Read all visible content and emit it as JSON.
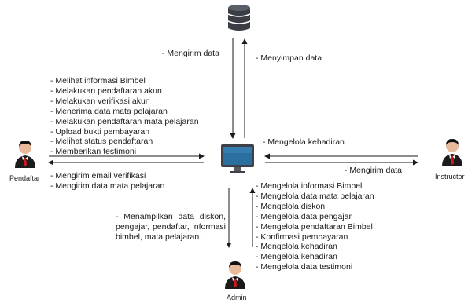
{
  "actors": {
    "pendaftar": "Pendaftar",
    "instructor": "Instructor",
    "admin": "Admin"
  },
  "flows": {
    "db_send": "- Mengirim data",
    "db_store": "- Menyimpan data",
    "pendaftar_to_system": [
      "- Melihat informasi Bimbel",
      "- Melakukan pendaftaran akun",
      "- Melakukan verifikasi akun",
      "- Menerima data mata pelajaran",
      "- Melakukan pendaftaran mata pelajaran",
      "- Upload bukti pembayaran",
      "- Melihat status pendaftaran",
      "- Memberikan testimoni"
    ],
    "system_to_pendaftar": [
      "- Mengirim email verifikasi",
      "- Mengirim data mata pelajaran"
    ],
    "instructor_to_system": "- Mengelola kehadiran",
    "system_to_instructor": "- Mengirim data",
    "system_to_admin": "- Menampilkan data diskon, pengajar, pendaftar, informasi bimbel, mata pelajaran.",
    "admin_to_system": [
      "- Mengelola informasi Bimbel",
      "- Mengelola data mata pelajaran",
      "- Mengelola diskon",
      "- Mengelola data pengajar",
      "- Mengelola pendaftaran Bimbel",
      "- Konfirmasi pembayaran",
      "- Mengelola kehadiran",
      "- Mengelola kehadiran",
      "- Mengelola data testimoni"
    ]
  },
  "icons": {
    "database": "database-icon",
    "system": "monitor-icon",
    "user": "person-icon"
  },
  "colors": {
    "line": "#1a1a1a",
    "suit": "#1b1b1b",
    "tie": "#d0181f",
    "monitor_body": "#3d4048",
    "monitor_screen": "#2b6f9e",
    "database": "#3a3d44"
  }
}
